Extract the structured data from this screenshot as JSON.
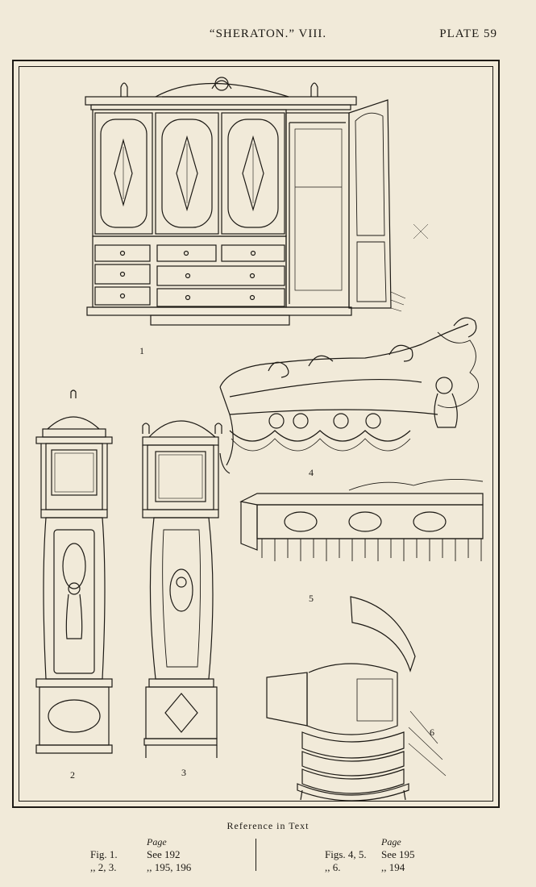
{
  "header": {
    "title": "“SHERATON.”  VIII.",
    "plate": "PLATE 59"
  },
  "figures": {
    "fig1": "1",
    "fig2": "2",
    "fig3": "3",
    "fig4": "4",
    "fig5": "5",
    "fig6": "6"
  },
  "reference": {
    "title": "Reference in Text",
    "left": {
      "page_heading": "Page",
      "rows": [
        {
          "fig": "Fig. 1.",
          "page": "See 192"
        },
        {
          "fig": ",,  2, 3.",
          "page": ",,  195, 196"
        }
      ]
    },
    "right": {
      "page_heading": "Page",
      "rows": [
        {
          "fig": "Figs. 4, 5.",
          "page": "See 195"
        },
        {
          "fig": ",,     6.",
          "page": ",,  194"
        }
      ]
    }
  }
}
